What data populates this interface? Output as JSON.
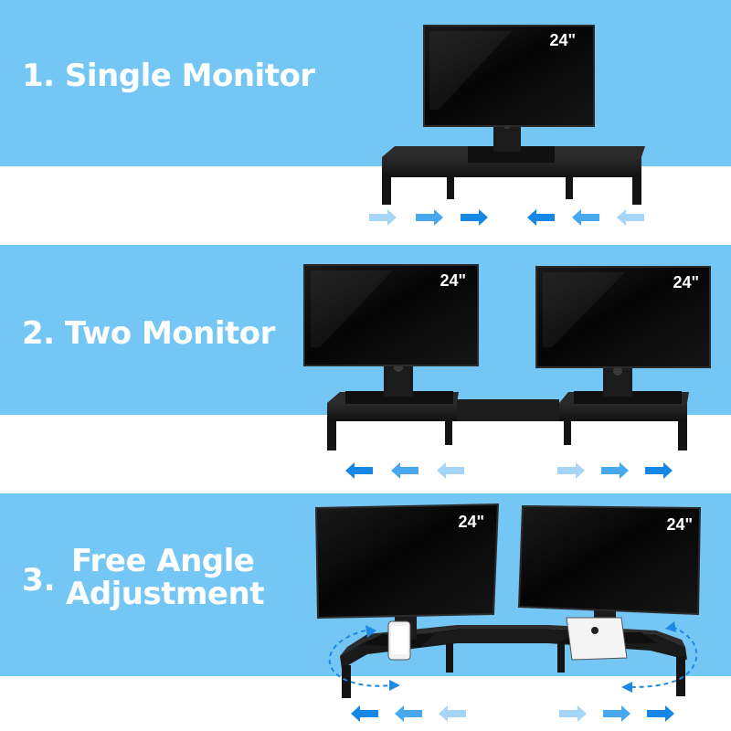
{
  "colors": {
    "band": "#74c6f5",
    "arrow_strong": "#1787e6",
    "arrow_mid": "#48a8ee",
    "arrow_light": "#a6d6f7",
    "stand": "#1b1b1b",
    "screen": "#0c0c0c",
    "dashed_rotation": "#1e88e5"
  },
  "sections": [
    {
      "heading": "1. Single Monitor",
      "monitor_labels": [
        "24\""
      ]
    },
    {
      "heading": "2.  Two Monitor",
      "monitor_labels": [
        "24\"",
        "24\""
      ]
    },
    {
      "number": "3.",
      "heading_lines": [
        "Free Angle",
        "Adjustment"
      ],
      "monitor_labels": [
        "24\"",
        "24\""
      ]
    }
  ],
  "icons": [
    "arrow-right-icon",
    "arrow-left-icon",
    "rotate-dashed-arrow-icon",
    "phone-icon",
    "tablet-icon"
  ]
}
